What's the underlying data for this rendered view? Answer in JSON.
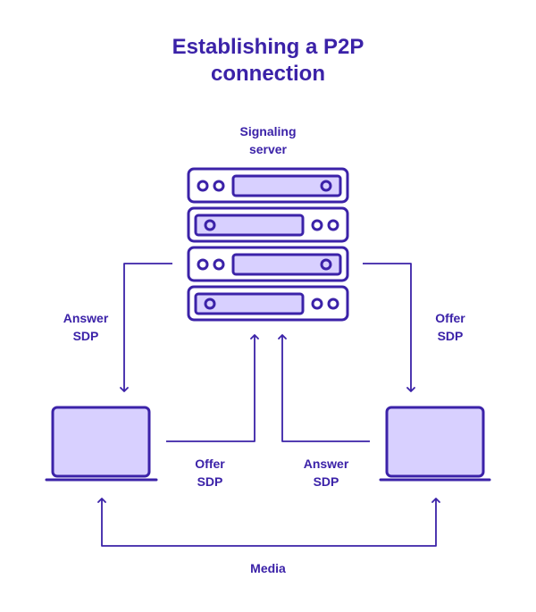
{
  "title": {
    "line1": "Establishing a P2P",
    "line2": "connection"
  },
  "server": {
    "label_line1": "Signaling",
    "label_line2": "server"
  },
  "edges": {
    "answer_left": {
      "line1": "Answer",
      "line2": "SDP"
    },
    "offer_right": {
      "line1": "Offer",
      "line2": "SDP"
    },
    "offer_bottom": {
      "line1": "Offer",
      "line2": "SDP"
    },
    "answer_bottom": {
      "line1": "Answer",
      "line2": "SDP"
    },
    "media": "Media"
  },
  "colors": {
    "stroke": "#3b22a8",
    "fill": "#d8d0ff",
    "text": "#3b22a8",
    "background": "#ffffff"
  }
}
